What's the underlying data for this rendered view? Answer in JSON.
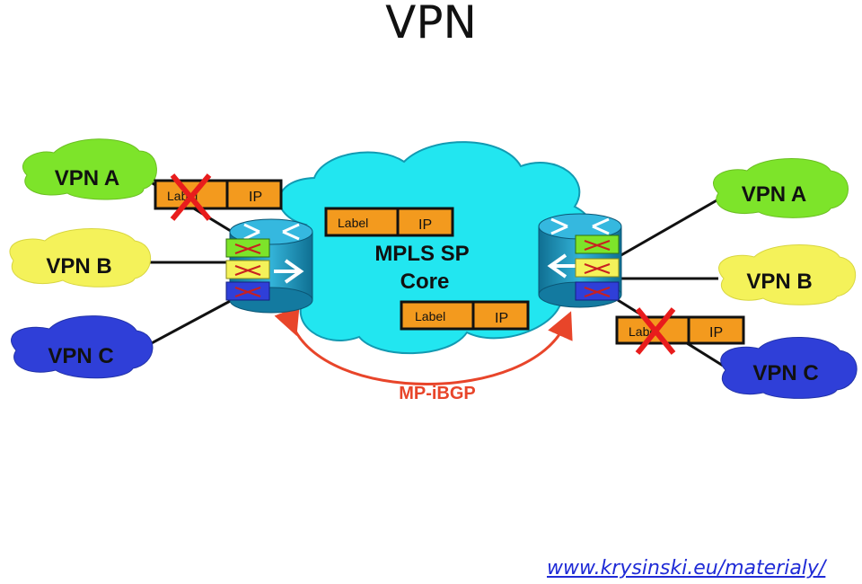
{
  "title": "VPN",
  "footer_link": "www.krysinski.eu/materialy/",
  "core_cloud": {
    "line1": "MPLS SP",
    "line2": "Core"
  },
  "protocol": "MP-iBGP",
  "left_vpns": [
    "VPN A",
    "VPN B",
    "VPN C"
  ],
  "right_vpns": [
    "VPN A",
    "VPN B",
    "VPN C"
  ],
  "packet": {
    "label": "Label",
    "ip": "IP"
  },
  "colors": {
    "vpn_a": "#7de42a",
    "vpn_b": "#f4f25a",
    "vpn_c": "#2f3fd8",
    "core": "#22e6f0",
    "packet": "#f39a1e",
    "protocol": "#e8452a",
    "drop_mark": "#e81c1c",
    "router": "#1b8fb4"
  }
}
